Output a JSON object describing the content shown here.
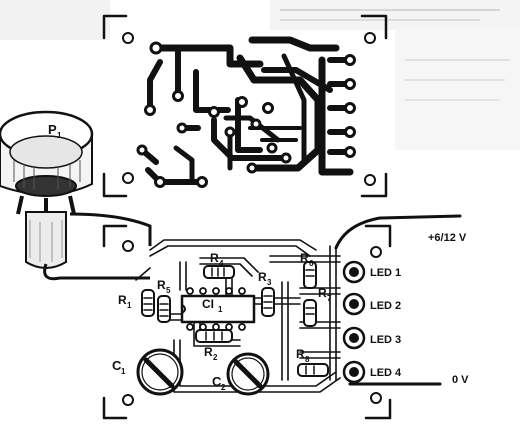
{
  "labels": {
    "p1": "P",
    "p1_sub": "1",
    "supply": "+6/12 V",
    "ground": "0 V",
    "led1": "LED 1",
    "led2": "LED 2",
    "led3": "LED 3",
    "led4": "LED 4",
    "r1": "R",
    "r1_sub": "1",
    "r2": "R",
    "r2_sub": "2",
    "r3": "R",
    "r3_sub": "3",
    "r4": "R",
    "r4_sub": "4",
    "r5": "R",
    "r5_sub": "5",
    "r6": "R",
    "r6_sub": "6",
    "r7": "R",
    "r7_sub": "7",
    "r8": "R",
    "r8_sub": "8",
    "ci1": "CI",
    "ci1_sub": "1",
    "c1": "C",
    "c1_sub": "1",
    "c2": "C",
    "c2_sub": "2"
  },
  "colors": {
    "ink": "#111111",
    "paper": "#ffffff",
    "bleed": "#c9c9c9"
  }
}
